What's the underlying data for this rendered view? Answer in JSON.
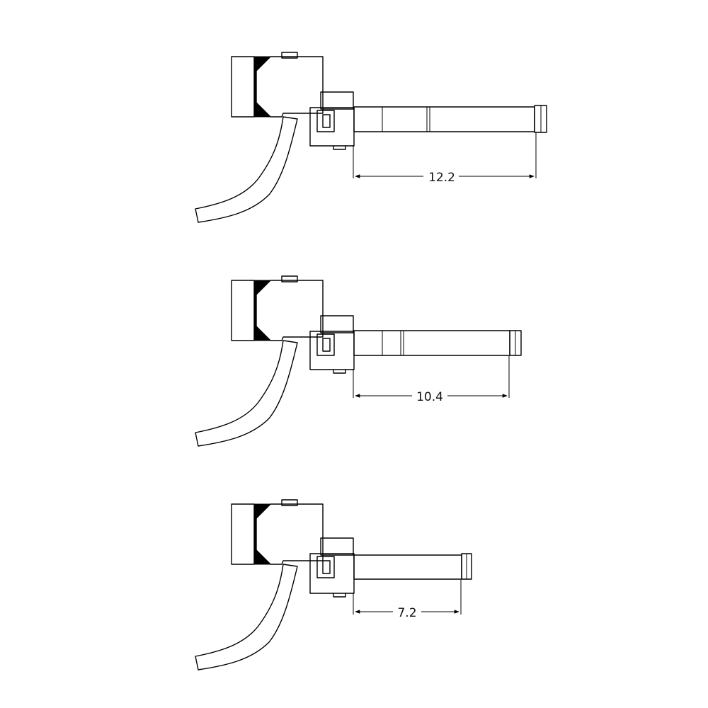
{
  "couplers": [
    {
      "shank_dimension": "12.2"
    },
    {
      "shank_dimension": "10.4"
    },
    {
      "shank_dimension": "7.2"
    }
  ]
}
